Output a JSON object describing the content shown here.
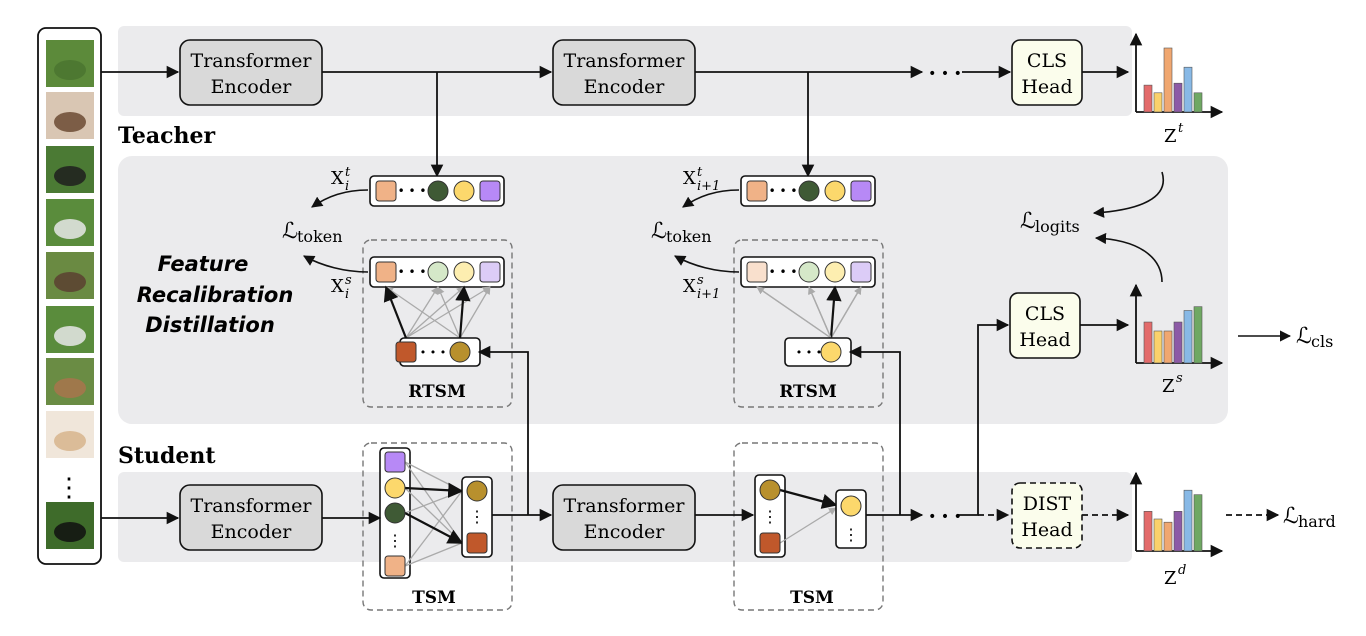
{
  "labels": {
    "teacher": "Teacher",
    "student": "Student",
    "frd_line1": "Feature",
    "frd_line2": "Recalibration",
    "frd_line3": "Distillation",
    "transformer_line1": "Transformer",
    "transformer_line2": "Encoder",
    "cls_line1": "CLS",
    "cls_line2": "Head",
    "dist_line1": "DIST",
    "dist_line2": "Head",
    "rtsm": "RTSM",
    "tsm": "TSM",
    "ellipsis": "• • •",
    "vdots": "⋮"
  },
  "math": {
    "calL": "ℒ",
    "token": "token",
    "logits": "logits",
    "cls": "cls",
    "hard": "hard",
    "X": "X",
    "Z": "Z",
    "sup_t": "t",
    "sup_s": "s",
    "sup_d": "d",
    "sub_i": "i",
    "sub_i1": "i+1"
  },
  "colors": {
    "band_bg": "#ebebed",
    "panel_bg": "#ebebed",
    "encoder_fill": "#d9d9d9",
    "head_fill": "#fbfdec",
    "orange_token": "#f0b287",
    "dark_green": "#3f5a35",
    "yellow": "#fcd86c",
    "purple": "#b789f6",
    "rust": "#c0582b",
    "olive": "#b8902d",
    "light_peach": "#f9e0cd",
    "light_green": "#d5e8c8",
    "light_yellow": "#fdeeb0",
    "light_purple": "#dcccf7",
    "bar_red": "#e36b6b",
    "bar_yellow": "#fad16b",
    "bar_orange": "#f0a770",
    "bar_purple": "#8c5aa6",
    "bar_blue": "#88b9e6",
    "bar_green": "#6fa863"
  },
  "histograms": {
    "teacher": [
      0.42,
      0.3,
      1.0,
      0.45,
      0.7,
      0.3
    ],
    "student": [
      0.64,
      0.5,
      0.5,
      0.64,
      0.82,
      0.88
    ],
    "dist": [
      0.62,
      0.5,
      0.45,
      0.62,
      0.95,
      0.88
    ]
  },
  "patches": [
    "grass",
    "dog-face",
    "grass-dark",
    "grass-white",
    "dog-leg",
    "grass-white",
    "dog-side",
    "dog-closeup",
    "dark-dog"
  ]
}
